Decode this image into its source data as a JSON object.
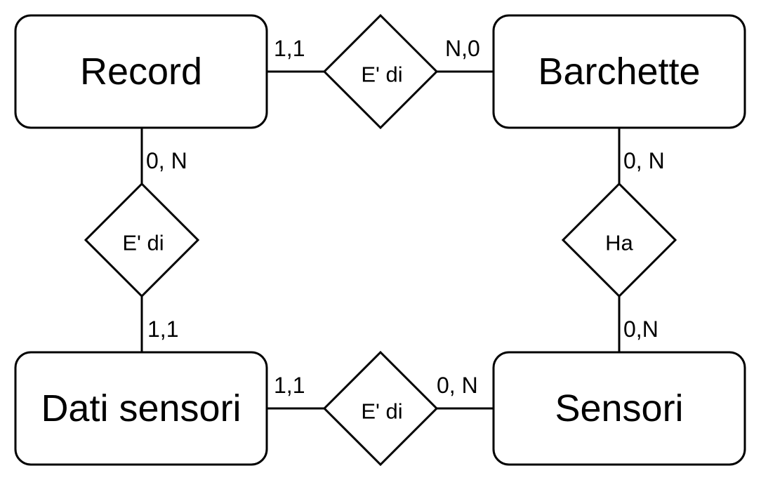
{
  "entities": {
    "record": "Record",
    "barchette": "Barchette",
    "dati_sensori": "Dati sensori",
    "sensori": "Sensori"
  },
  "relationships": {
    "record_barchette": "E' di",
    "record_dati": "E' di",
    "barchette_sensori": "Ha",
    "dati_sensori": "E' di"
  },
  "cardinalities": {
    "record_to_barchette_rel": "1,1",
    "barchette_to_record_rel": "N,0",
    "record_to_dati_rel": "0, N",
    "dati_to_record_rel": "1,1",
    "barchette_to_sensori_rel": "0, N",
    "sensori_to_barchette_rel": "0,N",
    "dati_to_sensori_rel": "1,1",
    "sensori_to_dati_rel": "0, N"
  }
}
